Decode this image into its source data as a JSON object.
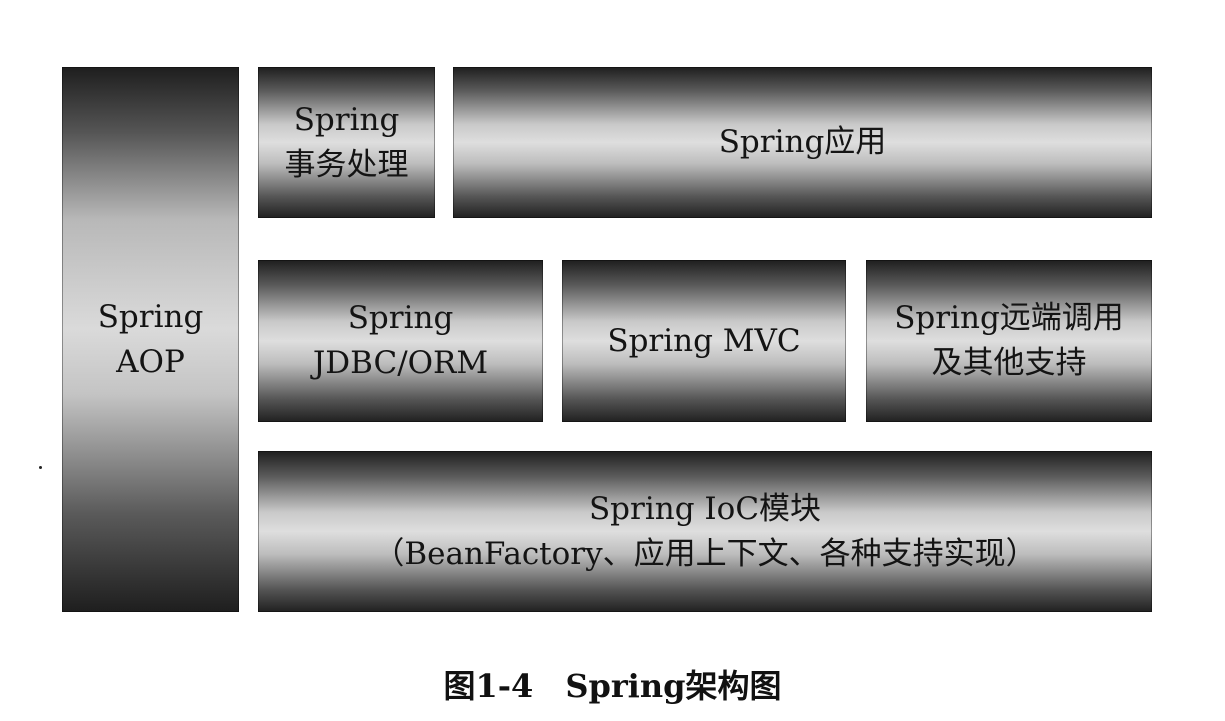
{
  "diagram": {
    "modules": {
      "aop": {
        "lines": [
          "Spring",
          "AOP"
        ]
      },
      "transaction": {
        "lines": [
          "Spring",
          "事务处理"
        ]
      },
      "application": {
        "lines": [
          "Spring应用"
        ]
      },
      "jdbc_orm": {
        "lines": [
          "Spring",
          "JDBC/ORM"
        ]
      },
      "mvc": {
        "lines": [
          "Spring MVC"
        ]
      },
      "remoting": {
        "lines": [
          "Spring远端调用",
          "及其他支持"
        ]
      },
      "ioc": {
        "lines": [
          "Spring IoC模块",
          "（BeanFactory、应用上下文、各种支持实现）"
        ]
      }
    },
    "caption": {
      "figure_number": "图1-4",
      "title": "Spring架构图"
    }
  }
}
